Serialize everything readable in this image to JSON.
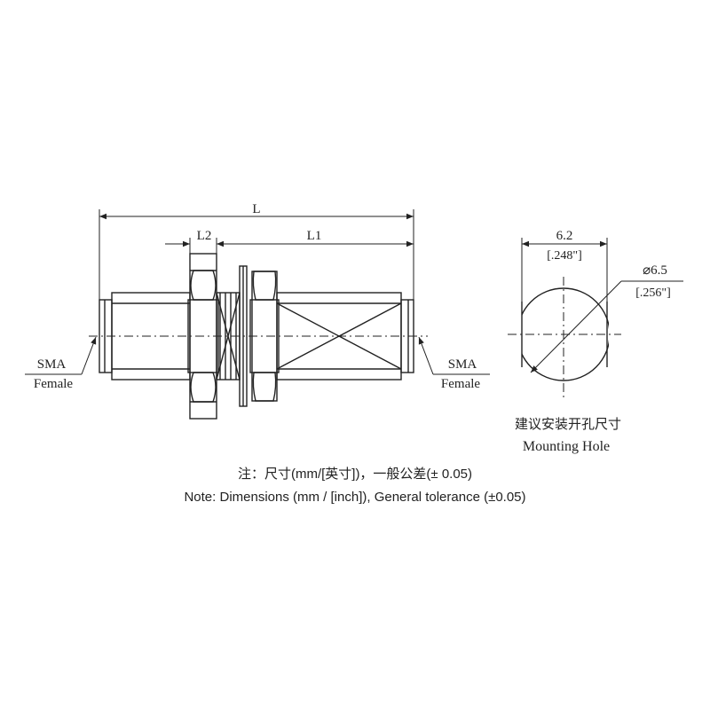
{
  "dimensions": {
    "overall_length": "L",
    "thread_length": "L2",
    "body_length": "L1",
    "hole_width_mm": "6.2",
    "hole_width_inch": "[.248\"]",
    "hole_diameter_mm": "⌀6.5",
    "hole_diameter_inch": "[.256\"]"
  },
  "ports": {
    "left_type": "SMA",
    "left_gender": "Female",
    "right_type": "SMA",
    "right_gender": "Female"
  },
  "mounting_hole": {
    "title_cn": "建议安装开孔尺寸",
    "title_en": "Mounting Hole"
  },
  "notes": {
    "cn": "注：尺寸(mm/[英寸])，一般公差(± 0.05)",
    "en": "Note: Dimensions (mm / [inch]), General tolerance (±0.05)"
  },
  "colors": {
    "line": "#222222",
    "background": "#ffffff"
  }
}
